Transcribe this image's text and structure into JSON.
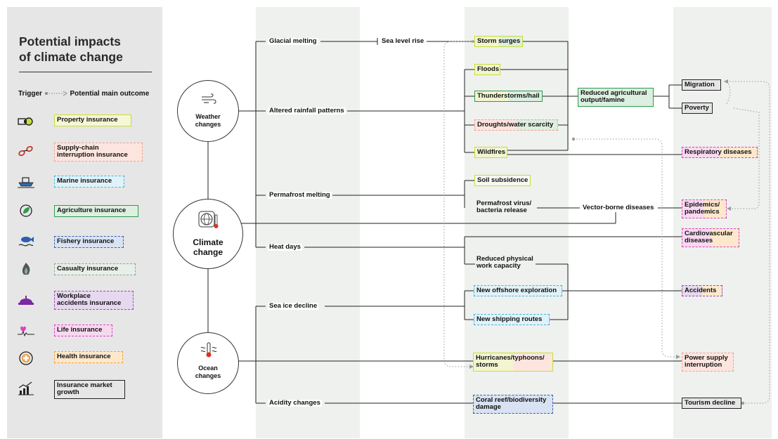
{
  "sidebar": {
    "title_line1": "Potential impacts",
    "title_line2": "of climate change",
    "trigger": "Trigger",
    "outcome": "Potential main outcome",
    "legend": [
      {
        "label1": "Property insurance",
        "label2": "",
        "icon": "property-icon"
      },
      {
        "label1": "Supply-chain",
        "label2": "interruption insurance",
        "icon": "chain-icon"
      },
      {
        "label1": "Marine insurance",
        "label2": "",
        "icon": "ship-icon"
      },
      {
        "label1": "Agriculture insurance",
        "label2": "",
        "icon": "leaf-icon"
      },
      {
        "label1": "Fishery insurance",
        "label2": "",
        "icon": "fish-icon"
      },
      {
        "label1": "Casualty insurance",
        "label2": "",
        "icon": "flame-icon"
      },
      {
        "label1": "Workplace",
        "label2": "accidents insurance",
        "icon": "hardhat-icon"
      },
      {
        "label1": "Life insurance",
        "label2": "",
        "icon": "heartbeat-icon"
      },
      {
        "label1": "Health insurance",
        "label2": "",
        "icon": "medical-cross-icon"
      },
      {
        "label1": "Insurance market",
        "label2": "growth",
        "icon": "growth-chart-icon"
      }
    ]
  },
  "colors": {
    "property": "#c9dc3a",
    "supply": "#f0a090",
    "marine": "#48b4d8",
    "agriculture": "#2e9a4e",
    "fishery": "#3d5faa",
    "casualty": "#8ea898",
    "workplace": "#9a4bb0",
    "life": "#e040c0",
    "health": "#f0a040",
    "market": "#222222"
  },
  "triggers": {
    "weather_line1": "Weather",
    "weather_line2": "changes",
    "climate_line1": "Climate",
    "climate_line2": "change",
    "ocean_line1": "Ocean",
    "ocean_line2": "changes"
  },
  "drivers": {
    "glacial": "Glacial melting",
    "rainfall": "Altered rainfall patterns",
    "permafrost": "Permafrost melting",
    "heat": "Heat days",
    "seaice": "Sea ice decline",
    "acidity": "Acidity changes"
  },
  "nodes": {
    "sea_level": "Sea level rise",
    "storm_surges": "Storm surges",
    "floods": "Floods",
    "thunderstorms": "Thunderstorms/hail",
    "droughts": "Droughts/water scarcity",
    "wildfires": "Wildfires",
    "reduced_agri_1": "Reduced agricultural",
    "reduced_agri_2": "output/famine",
    "soil": "Soil subsidence",
    "permafrost_virus_1": "Permafrost virus/",
    "permafrost_virus_2": "bacteria release",
    "vector": "Vector-borne diseases",
    "reduced_work_1": "Reduced physical",
    "reduced_work_2": "work capacity",
    "offshore": "New offshore exploration",
    "shipping": "New shipping routes",
    "hurricanes_1": "Hurricanes/typhoons/",
    "hurricanes_2": "storms",
    "coral_1": "Coral reef/biodiversity",
    "coral_2": "damage"
  },
  "outcomes": {
    "migration": "Migration",
    "poverty": "Poverty",
    "respiratory": "Respiratory diseases",
    "epidemics_1": "Epidemics/",
    "epidemics_2": "pandemics",
    "cardio_1": "Cardiovascular",
    "cardio_2": "diseases",
    "accidents": "Accidents",
    "power_1": "Power supply",
    "power_2": "interruption",
    "tourism": "Tourism decline"
  }
}
